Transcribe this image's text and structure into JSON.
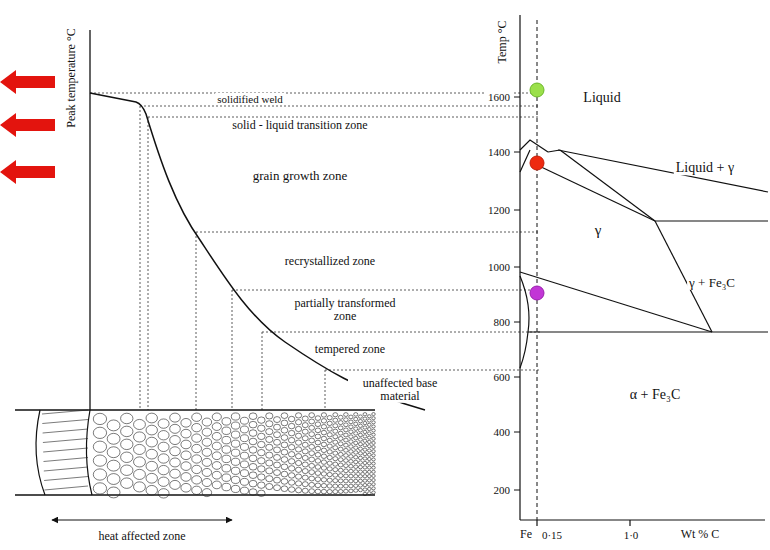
{
  "diagram": {
    "labels": [
      "Peak temperature °C",
      "solidified weld",
      "solid - liquid transition zone",
      "grain growth zone",
      "recrystallized zone",
      "partially transformed zone",
      "tempered zone",
      "unaffected base material",
      "heat affected zone",
      "Temp °C",
      "1600",
      "1400",
      "1200",
      "1000",
      "800",
      "600",
      "400",
      "200",
      "Liquid",
      "Liquid + γ",
      "γ",
      "γ + Fe₃C",
      "α + Fe₃C",
      "Fe",
      "0·15",
      "1·0",
      "Wt % C"
    ]
  }
}
